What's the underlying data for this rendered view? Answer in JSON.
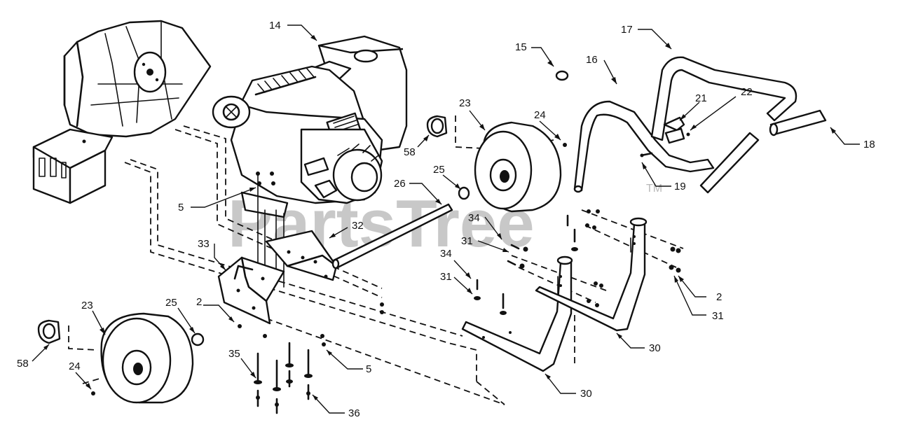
{
  "watermark": {
    "text": "PartsTree",
    "trademark": "TM"
  },
  "callouts": {
    "c14": "14",
    "c15": "15",
    "c16": "16",
    "c17": "17",
    "c18": "18",
    "c19": "19",
    "c21": "21",
    "c22": "22",
    "c23a": "23",
    "c24a": "24",
    "c58a": "58",
    "c25a": "25",
    "c26": "26",
    "c5a": "5",
    "c32": "32",
    "c33": "33",
    "c34a": "34",
    "c31a": "31",
    "c34b": "34",
    "c31b": "31",
    "c2a": "2",
    "c31c": "31",
    "c2b": "2",
    "c23b": "23",
    "c25b": "25",
    "c58b": "58",
    "c24b": "24",
    "c35": "35",
    "c5b": "5",
    "c36": "36",
    "c30a": "30",
    "c30b": "30"
  }
}
